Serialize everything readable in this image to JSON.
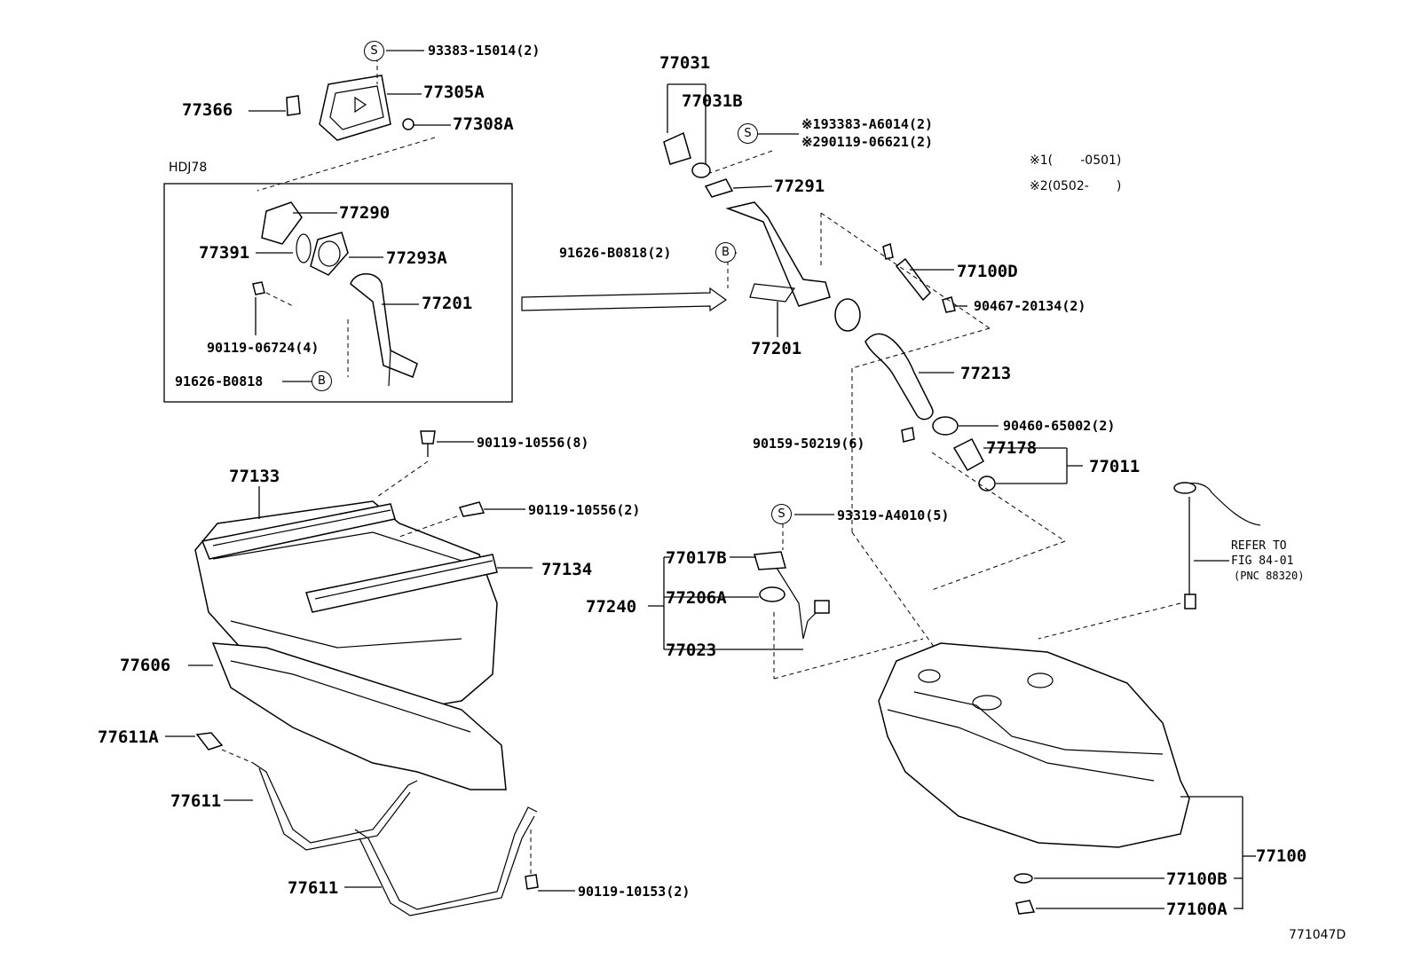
{
  "diagram": {
    "box_title": "HDJ78",
    "note_1": "※1(       -0501)",
    "note_2": "※2(0502-       )",
    "figure_id": "771047D",
    "refer_note": [
      "REFER TO",
      "FIG 84-01",
      "(PNC 88320)"
    ],
    "symbol_s": "S",
    "symbol_b": "B",
    "labels": {
      "p93383_15014": "93383-15014(2)",
      "p77305A": "77305A",
      "p77366": "77366",
      "p77308A": "77308A",
      "p77290": "77290",
      "p77391": "77391",
      "p77293A": "77293A",
      "p77201_box": "77201",
      "p90119_06724": "90119-06724(4)",
      "p91626_B0818_box": "91626-B0818",
      "p77031": "77031",
      "p77031B": "77031B",
      "p193383": "※193383-A6014(2)",
      "p290119": "※290119-06621(2)",
      "p77291": "77291",
      "p91626_B0818_2": "91626-B0818(2)",
      "p77100D": "77100D",
      "p90467_20134": "90467-20134(2)",
      "p77201": "77201",
      "p77213": "77213",
      "p90460_65002": "90460-65002(2)",
      "p90159_50219": "90159-50219(6)",
      "p77178": "77178",
      "p77011": "77011",
      "p90119_10556_8": "90119-10556(8)",
      "p77133": "77133",
      "p90119_10556_2": "90119-10556(2)",
      "p77134": "77134",
      "p93319_A4010": "93319-A4010(5)",
      "p77017B": "77017B",
      "p77240": "77240",
      "p77206A": "77206A",
      "p77023": "77023",
      "p77606": "77606",
      "p77611A": "77611A",
      "p77611_1": "77611",
      "p77611_2": "77611",
      "p90119_10153": "90119-10153(2)",
      "p77100": "77100",
      "p77100B": "77100B",
      "p77100A": "77100A"
    }
  }
}
